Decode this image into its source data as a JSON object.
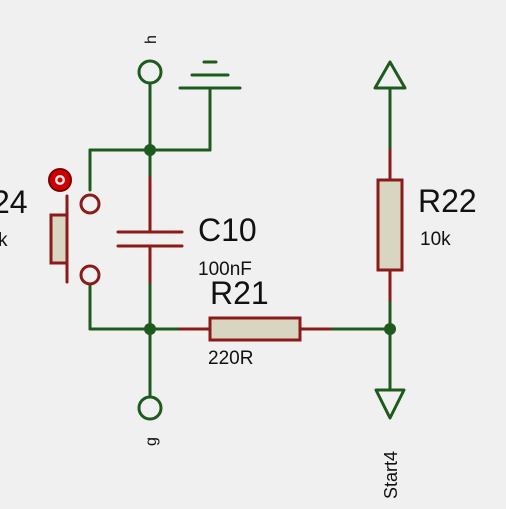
{
  "components": {
    "c10": {
      "ref": "C10",
      "value": "100nF"
    },
    "r21": {
      "ref": "R21",
      "value": "220R"
    },
    "r22": {
      "ref": "R22",
      "value": "10k"
    },
    "sw": {
      "ref_partial": "24",
      "value_partial": "k"
    }
  },
  "terminals": {
    "top": "h",
    "bottom": "g",
    "start": "Start4"
  },
  "colors": {
    "wire": "#1e5a1e",
    "component": "#8b1a1a",
    "body_fill": "#d8d6c0",
    "background": "#f0f0f0",
    "probe": "#cc0000"
  }
}
